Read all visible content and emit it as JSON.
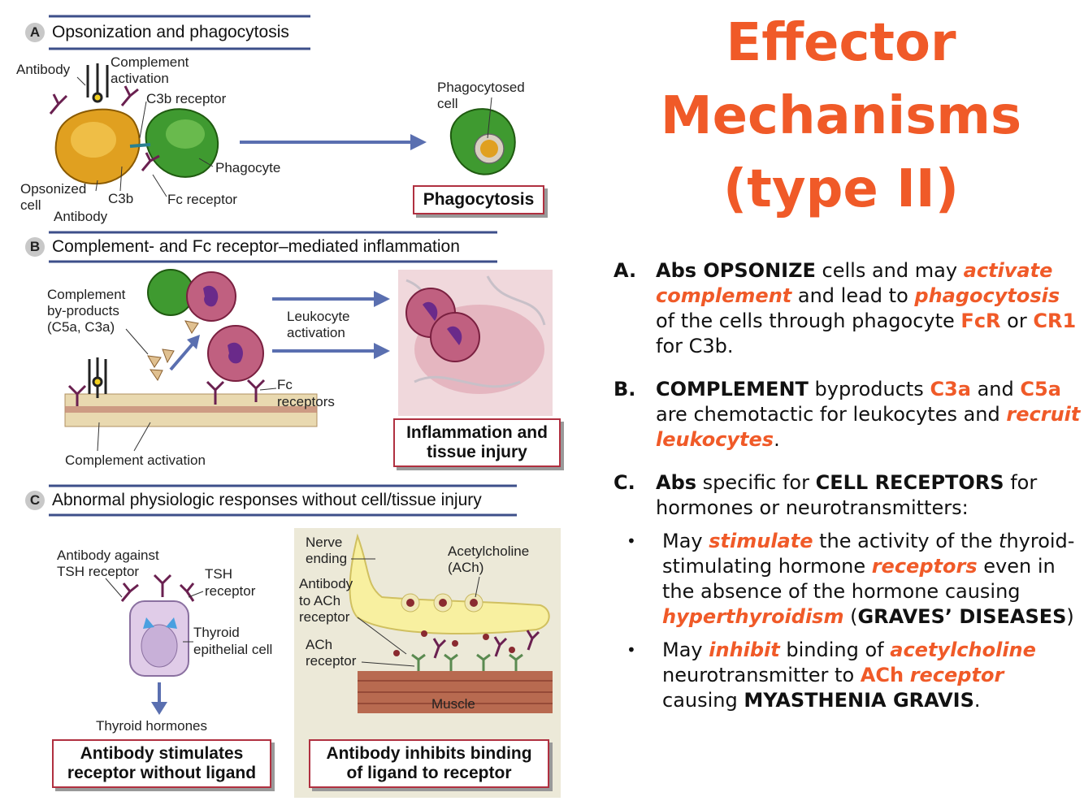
{
  "title": {
    "line1": "Effector",
    "line2": "Mechanisms",
    "line3": "(type II)"
  },
  "panels": {
    "a": {
      "letter": "A",
      "title": "Opsonization and phagocytosis",
      "labels": {
        "antibody": "Antibody",
        "complement_1": "Complement",
        "complement_2": "activation",
        "c3b_receptor": "C3b receptor",
        "phagocyte": "Phagocyte",
        "opsonized_1": "Opsonized",
        "opsonized_2": "cell",
        "c3b": "C3b",
        "fc_receptor": "Fc receptor",
        "antibody_2": "Antibody",
        "phagocytosed_1": "Phagocytosed",
        "phagocytosed_2": "cell"
      },
      "box": "Phagocytosis"
    },
    "b": {
      "letter": "B",
      "title": "Complement- and Fc receptor–mediated inflammation",
      "labels": {
        "byproducts_1": "Complement",
        "byproducts_2": "by-products",
        "byproducts_3": "(C5a, C3a)",
        "leukocyte_1": "Leukocyte",
        "leukocyte_2": "activation",
        "fc_1": "Fc",
        "fc_2": "receptors",
        "complement_activation": "Complement activation"
      },
      "box_1": "Inflammation and",
      "box_2": "tissue injury"
    },
    "c": {
      "letter": "C",
      "title": "Abnormal physiologic responses without cell/tissue injury",
      "labels": {
        "ab_tsh_1": "Antibody against",
        "ab_tsh_2": "TSH receptor",
        "tsh_1": "TSH",
        "tsh_2": "receptor",
        "thyroid_1": "Thyroid",
        "thyroid_2": "epithelial cell",
        "thyroid_hormones": "Thyroid hormones",
        "nerve_1": "Nerve",
        "nerve_2": "ending",
        "ach_1": "Acetylcholine",
        "ach_2": "(ACh)",
        "ab_ach_1": "Antibody",
        "ab_ach_2": "to ACh",
        "ab_ach_3": "receptor",
        "achr_1": "ACh",
        "achr_2": "receptor",
        "muscle": "Muscle"
      },
      "box_left_1": "Antibody stimulates",
      "box_left_2": "receptor without ligand",
      "box_right_1": "Antibody inhibits binding",
      "box_right_2": "of ligand to receptor"
    }
  },
  "text": {
    "a": {
      "marker": "A.",
      "p1": "Abs OPSONIZE",
      "p2": " cells and may ",
      "p3": "activate complement",
      "p4": " and lead to ",
      "p5": "phagocytosis",
      "p6": " of the cells through phagocyte ",
      "p7": "FcR",
      "p8": " or ",
      "p9": "CR1",
      "p10": " for C3b."
    },
    "b": {
      "marker": "B.",
      "p1": "COMPLEMENT",
      "p2": " byproducts ",
      "p3": "C3a",
      "p4": " and ",
      "p5": "C5a",
      "p6": " are chemotactic for leukocytes and ",
      "p7": "recruit leukocytes",
      "p8": "."
    },
    "c": {
      "marker": "C.",
      "p1": "Abs",
      "p2": " specific for ",
      "p3": "CELL RECEPTORS",
      "p4": " for hormones or neurotransmitters:",
      "bullet": "•",
      "s1": {
        "p1": "May ",
        "p2": "stimulate",
        "p3": " the activity of the ",
        "p4": "t",
        "p5": "hyroid-stimulating hormone ",
        "p6": "receptors",
        "p7": " even in the absence of the hormone causing ",
        "p8": "hyperthyroidism",
        "p9": " (",
        "p10": "GRAVES’ DISEASES",
        "p11": ")"
      },
      "s2": {
        "p1": "May ",
        "p2": "inhibit",
        "p3": " binding of ",
        "p4": "acetylcholine",
        "p5": " neurotransmitter to ",
        "p6": "ACh",
        "p7": " ",
        "p8": "receptor",
        "p9": " causing ",
        "p10": "MYASTHENIA GRAVIS",
        "p11": "."
      }
    }
  },
  "colors": {
    "accent": "#f05a28",
    "box_border": "#b03040",
    "panel_bar": "#3d4f8a",
    "arrow": "#5a6fb0"
  }
}
